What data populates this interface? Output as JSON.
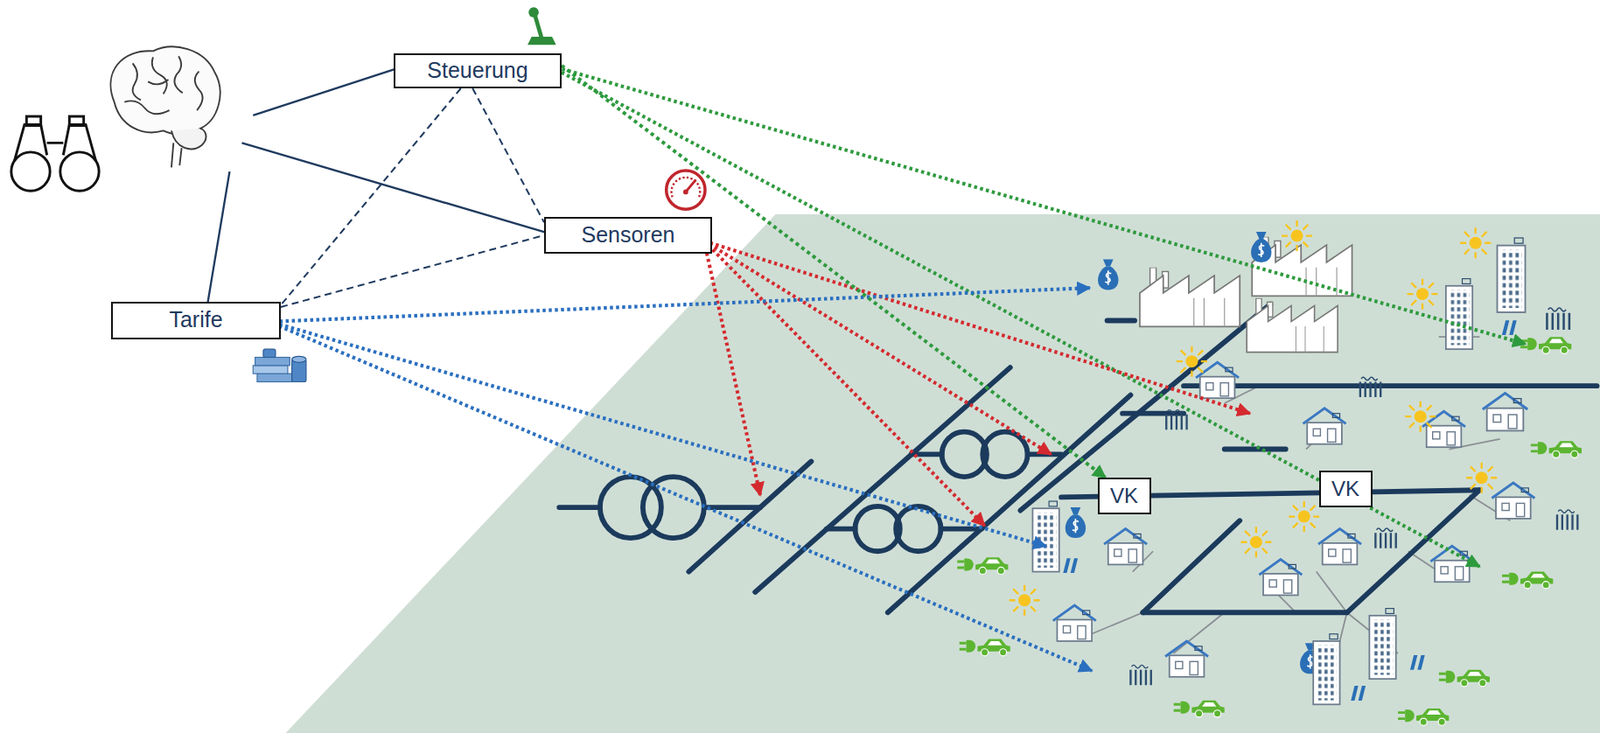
{
  "diagram": {
    "nodes": [
      {
        "text": [
          "Steuerung"
        ]
      },
      {
        "text": [
          "Sensoren"
        ]
      },
      {
        "text": [
          "Tarife"
        ]
      },
      {
        "text": [
          "VK"
        ]
      },
      {
        "text": [
          "VK"
        ]
      }
    ],
    "edges": [
      {
        "from": 0,
        "to": 2,
        "arrow": "none"
      },
      {
        "from": 0,
        "to": 1,
        "arrow": "none"
      },
      {
        "from": 2,
        "to": 1,
        "arrow": "none"
      },
      {
        "from": 0,
        "to": 3,
        "arrow": "to"
      }
    ]
  }
}
